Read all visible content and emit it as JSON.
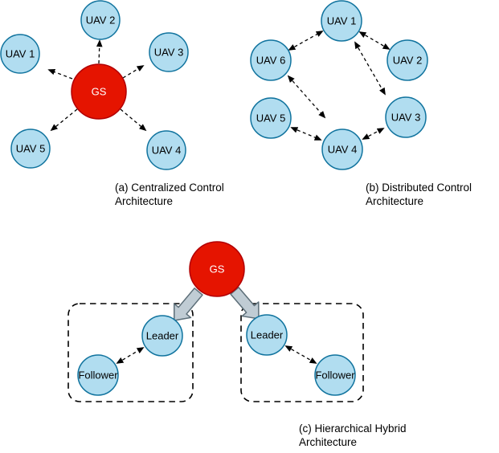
{
  "colors": {
    "background": "#ffffff",
    "node_fill": "#b1ddf0",
    "node_stroke": "#10739e",
    "gs_fill": "#e51400",
    "gs_stroke": "#b20000",
    "gs_text": "#ffffff",
    "link": "#000000",
    "label_text": "#000000",
    "block_arrow_fill": "#c0ccd4",
    "block_arrow_stroke": "#5c6e78"
  },
  "diagrams": {
    "centralized": {
      "caption": {
        "line1": "(a) Centralized Control",
        "line2": "Architecture"
      },
      "gs_label": "GS",
      "nodes": [
        "UAV 1",
        "UAV 2",
        "UAV 3",
        "UAV 4",
        "UAV 5"
      ],
      "links": [
        {
          "from": "GS",
          "to": "UAV 1",
          "style": "dashed-arrow"
        },
        {
          "from": "GS",
          "to": "UAV 2",
          "style": "dashed-arrow"
        },
        {
          "from": "GS",
          "to": "UAV 3",
          "style": "dashed-arrow"
        },
        {
          "from": "GS",
          "to": "UAV 4",
          "style": "dashed-arrow"
        },
        {
          "from": "GS",
          "to": "UAV 5",
          "style": "dashed-arrow"
        }
      ]
    },
    "distributed": {
      "caption": {
        "line1": "(b) Distributed Control",
        "line2": "Architecture"
      },
      "nodes": [
        "UAV 1",
        "UAV 2",
        "UAV 3",
        "UAV 4",
        "UAV 5",
        "UAV 6"
      ],
      "links": [
        {
          "between": [
            "UAV 6",
            "UAV 1"
          ],
          "style": "dashed-double-arrow"
        },
        {
          "between": [
            "UAV 1",
            "UAV 2"
          ],
          "style": "dashed-double-arrow"
        },
        {
          "between": [
            "UAV 1",
            "UAV 3"
          ],
          "style": "dashed-double-arrow"
        },
        {
          "between": [
            "UAV 6",
            "UAV 4"
          ],
          "style": "dashed-double-arrow"
        },
        {
          "between": [
            "UAV 5",
            "UAV 4"
          ],
          "style": "dashed-double-arrow"
        },
        {
          "between": [
            "UAV 3",
            "UAV 4"
          ],
          "style": "dashed-double-arrow"
        }
      ]
    },
    "hierarchical": {
      "caption": {
        "line1": "(c) Hierarchical Hybrid",
        "line2": "Architecture"
      },
      "gs_label": "GS",
      "groups": [
        {
          "leader": "Leader",
          "follower": "Follower",
          "gs_link": "block-arrow",
          "internal_link": "dashed-double-arrow"
        },
        {
          "leader": "Leader",
          "follower": "Follower",
          "gs_link": "block-arrow",
          "internal_link": "dashed-double-arrow"
        }
      ]
    }
  }
}
